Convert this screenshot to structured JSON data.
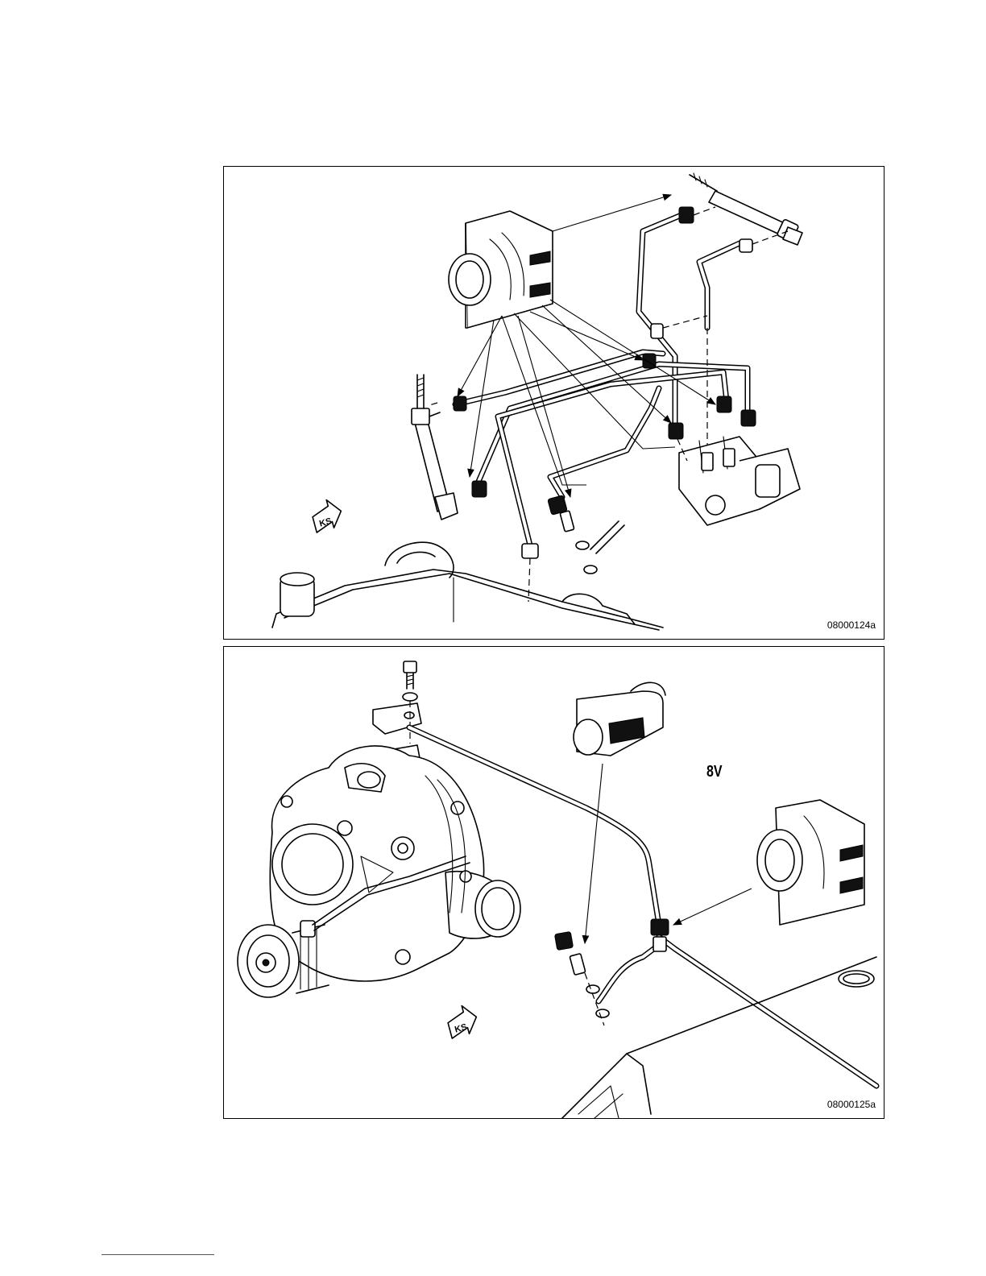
{
  "figures": [
    {
      "id_label": "08000124a"
    },
    {
      "id_label": "08000125a",
      "variant_label": "8V"
    }
  ],
  "symbols": {
    "ks_marker": "KS",
    "ks_icon": "ks-direction-arrow-icon"
  }
}
